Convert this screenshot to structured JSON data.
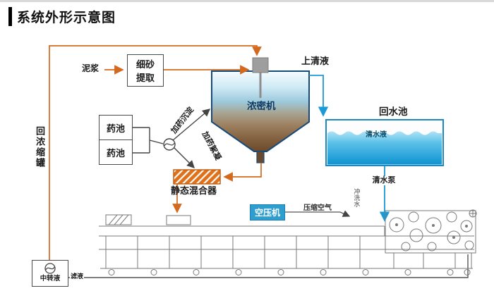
{
  "title": "系统外形示意图",
  "nodes": {
    "mud": "泥浆",
    "fine_sand_extraction": "细砂提取",
    "thickener": "浓密机",
    "supernatant": "上清液",
    "return_water_pool": "回水池",
    "clear_water": "清水液",
    "chemical_pool_1": "药池",
    "chemical_pool_2": "药池",
    "dosing_sedimentation": "加药沉淀",
    "dosing_flocculation": "加药絮凝",
    "static_mixer": "静态混合器",
    "return_to_thickener": "回浓缩罐",
    "clear_water_pump": "清水泵",
    "flush_water": "冲洗水",
    "air_compressor": "空压机",
    "compressed_air": "压缩空气",
    "transfer_liquid": "中转液",
    "filtrate": "滤液"
  },
  "colors": {
    "slurry_line": "#d2691e",
    "water_line": "#1a9ad6",
    "chemical_line": "#444444",
    "tank_outline": "#164a7c",
    "pool_fill": "#0f93d2",
    "mixer_fill": "#e0701a",
    "compressor_fill": "#2e9ecf"
  }
}
